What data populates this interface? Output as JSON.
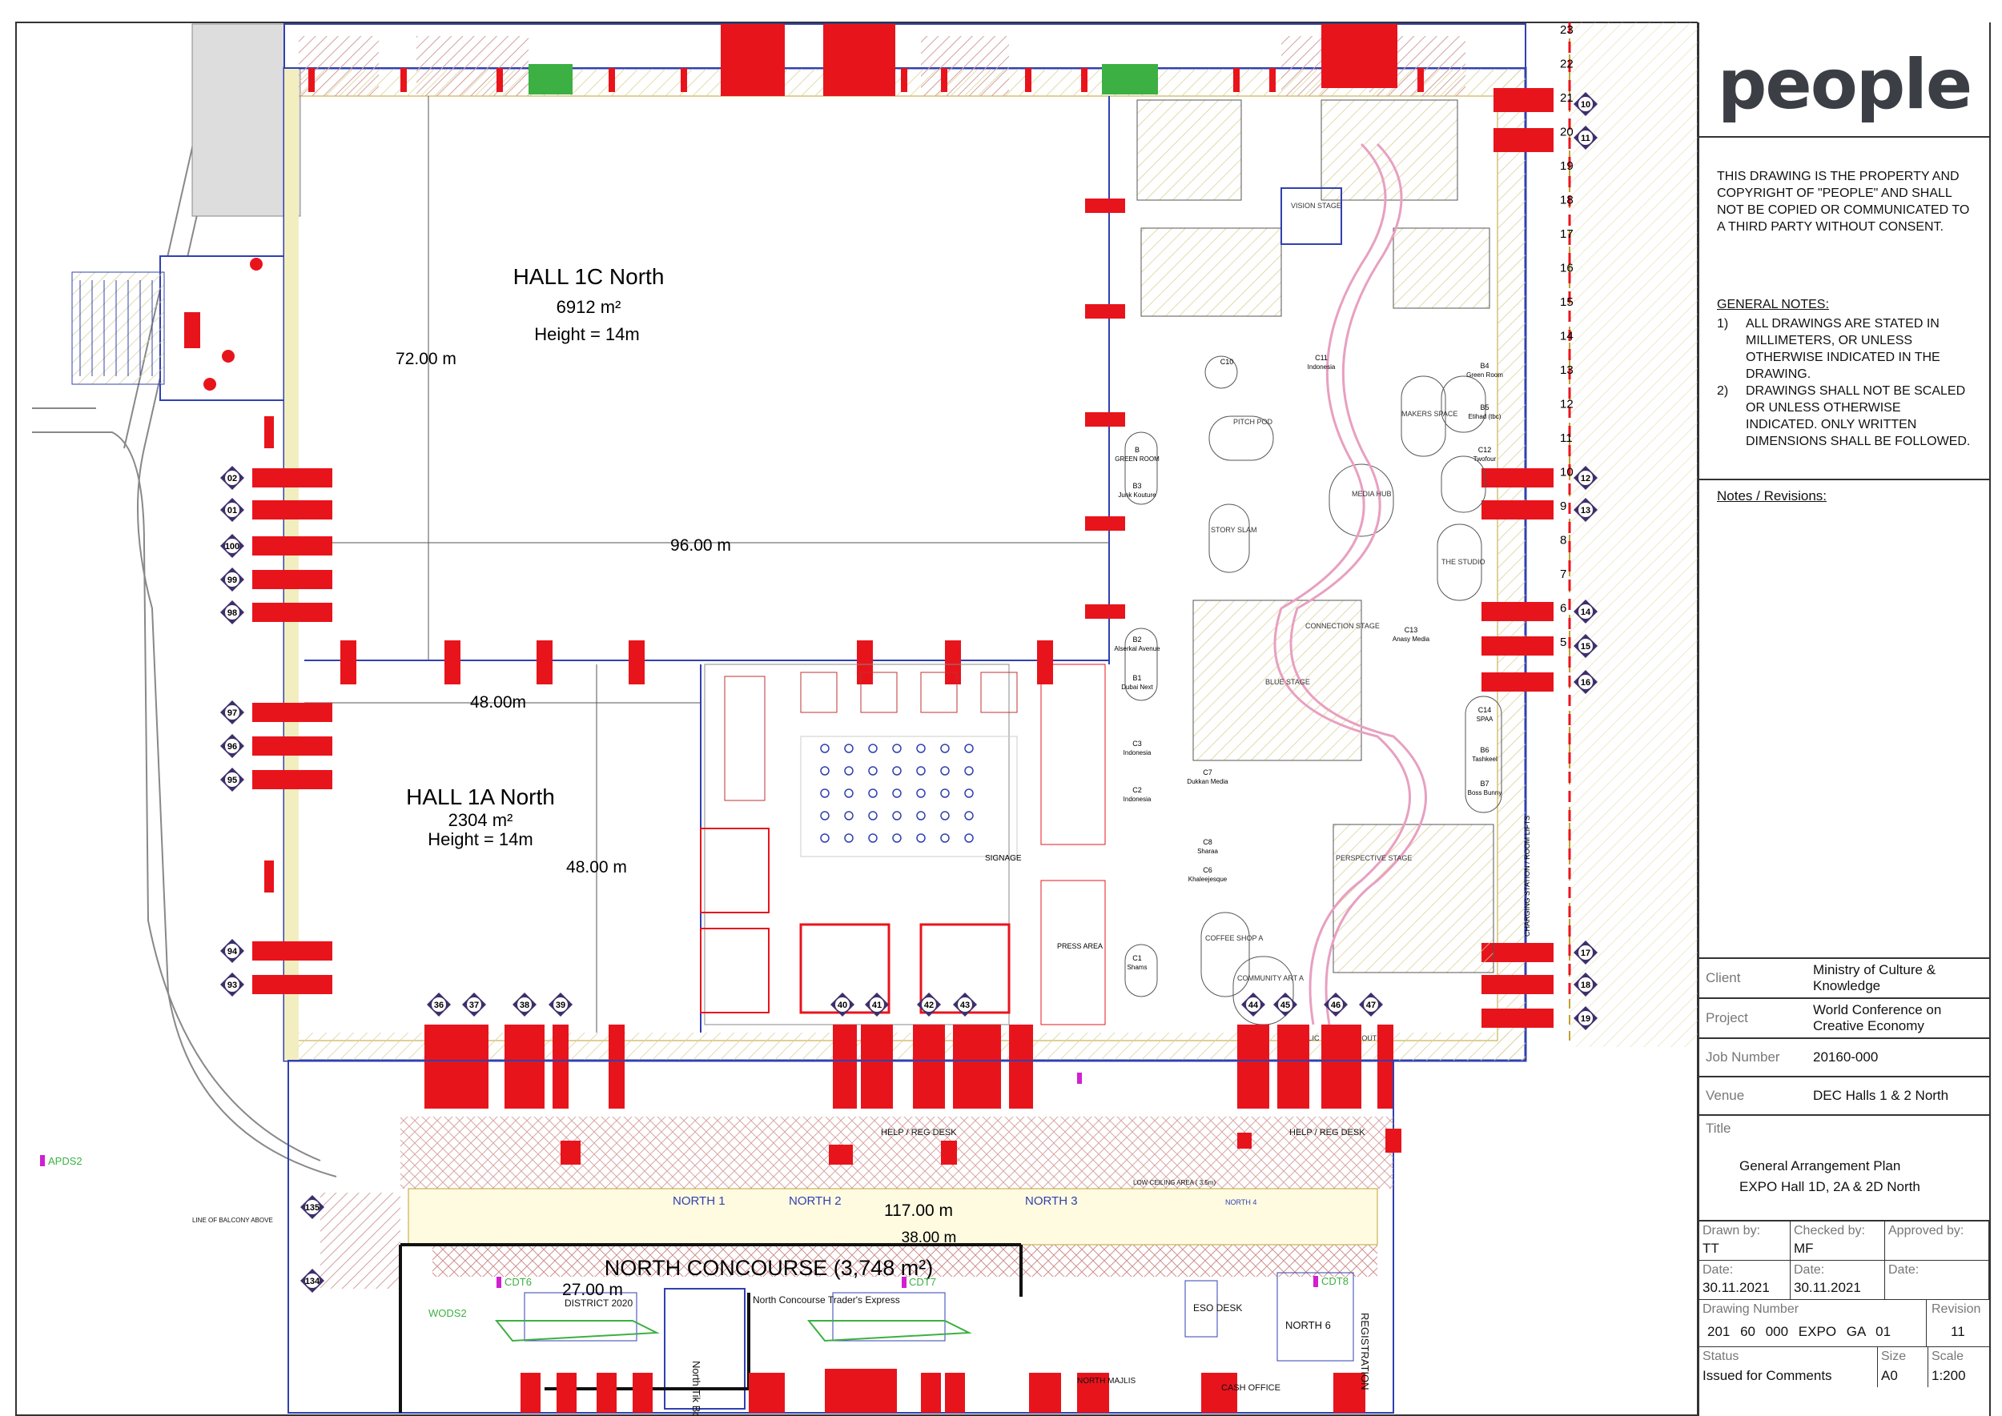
{
  "halls": {
    "hall_1c": {
      "name": "HALL 1C North",
      "area": "6912 m²",
      "height": "Height = 14m"
    },
    "hall_1a": {
      "name": "HALL 1A North",
      "area": "2304 m²",
      "height": "Height = 14m"
    },
    "concourse": {
      "name": "NORTH CONCOURSE (3,748 m²)"
    }
  },
  "dimensions": {
    "d72": "72.00 m",
    "d96": "96.00 m",
    "d48a": "48.00m",
    "d48b": "48.00 m",
    "d117": "117.00 m",
    "d38": "38.00 m",
    "d27": "27.00 m"
  },
  "concourse_zones": [
    "NORTH 1",
    "NORTH 2",
    "NORTH 3",
    "NORTH 4"
  ],
  "labels": {
    "help_desk_1": "HELP / REG DESK",
    "help_desk_2": "HELP / REG DESK",
    "district_2020": "DISTRICT 2020",
    "trader": "North Concourse Trader's Express",
    "tik_booth": "North Tik Booth",
    "eso_desk": "ESO DESK",
    "north_6": "NORTH 6",
    "registration": "REGISTRATION",
    "cash_office": "CASH OFFICE",
    "north_majlis": "NORTH MAJLIS",
    "cdt6": "CDT6",
    "cdt7": "CDT7",
    "cdt8": "CDT8",
    "apds2": "APDS2",
    "wods2": "WODS2",
    "balcony": "LINE OF BALCONY ABOVE",
    "low_ceiling": "LOW CEILING AREA ( 3.5m)",
    "signage": "SIGNAGE",
    "press_area": "PRESS AREA",
    "public_route": "PUBLIC ONE WAY ROUTE",
    "coffee_shop": "COFFEE SHOP A",
    "community_art": "COMMUNITY ART A",
    "vision_stage": "VISION STAGE",
    "connection_stage": "CONNECTION STAGE",
    "perspective_stage": "PERSPECTIVE STAGE",
    "blue_stage": "BLUE STAGE",
    "media_hub": "MEDIA HUB",
    "pitch_pod": "PITCH POD",
    "makers_space": "MAKERS SPACE",
    "story_slam": "STORY SLAM",
    "the_studio": "THE STUDIO",
    "charging": "CHARGING STATION / ROOM LIFTS"
  },
  "booths": [
    {
      "code": "B",
      "name": "GREEN ROOM"
    },
    {
      "code": "B3",
      "name": "Junk Kouture"
    },
    {
      "code": "B2",
      "name": "Alserkal Avenue"
    },
    {
      "code": "B1",
      "name": "Dubai Next"
    },
    {
      "code": "C3",
      "name": "Indonesia"
    },
    {
      "code": "C2",
      "name": "Indonesia"
    },
    {
      "code": "C7",
      "name": "Dukkan Media"
    },
    {
      "code": "C8",
      "name": "Sharaa"
    },
    {
      "code": "C6",
      "name": "Khaleejesque"
    },
    {
      "code": "C1",
      "name": "Shams"
    },
    {
      "code": "C10",
      "name": ""
    },
    {
      "code": "C11",
      "name": "Indonesia"
    },
    {
      "code": "B5",
      "name": "Etihad (tbc)"
    },
    {
      "code": "B4",
      "name": "Green Room"
    },
    {
      "code": "C12",
      "name": "Twofour"
    },
    {
      "code": "C13",
      "name": "Anasy Media"
    },
    {
      "code": "C14",
      "name": "SPAA"
    },
    {
      "code": "B6",
      "name": "Tashkeel"
    },
    {
      "code": "B7",
      "name": "Boss Bunny"
    }
  ],
  "gate_left": [
    "02",
    "01",
    "100",
    "99",
    "98",
    "97",
    "96",
    "95",
    "94",
    "93"
  ],
  "gate_bottom": [
    "36",
    "37",
    "38",
    "39",
    "40",
    "41",
    "42",
    "43",
    "44",
    "45",
    "46",
    "47"
  ],
  "gate_right": [
    "10",
    "11",
    "12",
    "13",
    "14",
    "15",
    "16",
    "17",
    "18",
    "19"
  ],
  "gate_concourse": [
    "135",
    "134"
  ],
  "grid_numbers": [
    "23",
    "22",
    "21",
    "20",
    "19",
    "18",
    "17",
    "16",
    "15",
    "14",
    "13",
    "12",
    "11",
    "10",
    "9",
    "8",
    "7",
    "6",
    "5"
  ],
  "title_block": {
    "logo": "people",
    "copyright": "THIS DRAWING IS THE PROPERTY AND COPYRIGHT OF \"PEOPLE\" AND SHALL NOT BE COPIED OR COMMUNICATED TO A THIRD PARTY WITHOUT CONSENT.",
    "general_notes_title": "GENERAL NOTES:",
    "notes": [
      {
        "n": "1)",
        "text": "ALL DRAWINGS ARE STATED IN MILLIMETERS, OR UNLESS OTHERWISE INDICATED IN THE DRAWING."
      },
      {
        "n": "2)",
        "text": "DRAWINGS SHALL NOT BE SCALED OR UNLESS OTHERWISE INDICATED. ONLY WRITTEN DIMENSIONS SHALL BE FOLLOWED."
      }
    ],
    "revisions_title": "Notes / Revisions:",
    "client_label": "Client",
    "client": "Ministry of Culture & Knowledge",
    "project_label": "Project",
    "project": "World Conference on Creative Economy",
    "job_label": "Job Number",
    "job": "20160-000",
    "venue_label": "Venue",
    "venue": "DEC Halls 1 & 2 North",
    "title_label": "Title",
    "title_line1": "General Arrangement Plan",
    "title_line2": "EXPO Hall 1D, 2A & 2D North",
    "drawn_label": "Drawn by:",
    "drawn": "TT",
    "checked_label": "Checked by:",
    "checked": "MF",
    "approved_label": "Approved by:",
    "approved": "",
    "date_label": "Date:",
    "date_drawn": "30.11.2021",
    "date_checked": "30.11.2021",
    "date_approved": "",
    "drawing_number_label": "Drawing Number",
    "drawing_number": "201 60 000 EXPO GA 01",
    "revision_label": "Revision",
    "revision": "11",
    "status_label": "Status",
    "status": "Issued for Comments",
    "size_label": "Size",
    "size": "A0",
    "scale_label": "Scale",
    "scale": "1:200"
  },
  "colors": {
    "red": "#e8141c",
    "green": "#3cb043",
    "pink_walk": "#e8a0c0",
    "purple_badge": "#3e2f6b",
    "wall_fill": "#f3eec0",
    "magenta": "#d020d0"
  }
}
